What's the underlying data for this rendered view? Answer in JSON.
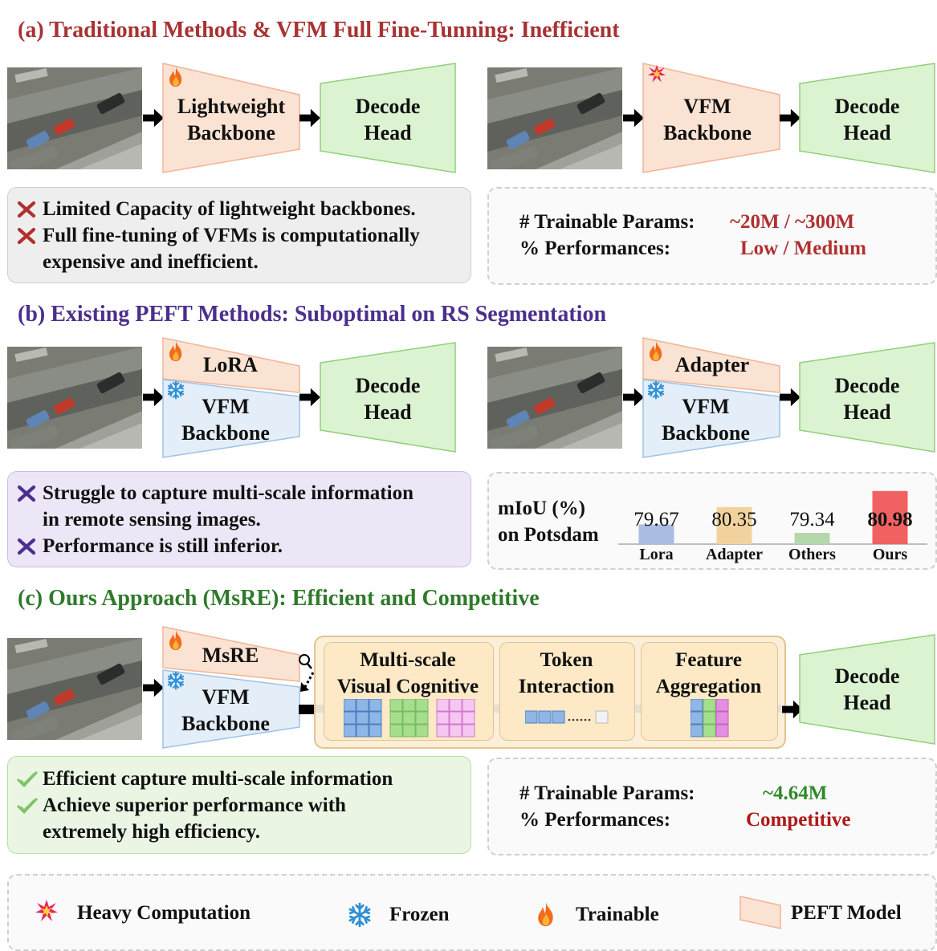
{
  "section_a": {
    "title": "(a) Traditional Methods & VFM Full Fine-Tunning: Inefficient",
    "left": {
      "backbone": [
        "Lightweight",
        "Backbone"
      ],
      "head": [
        "Decode",
        "Head"
      ]
    },
    "right": {
      "backbone": [
        "VFM",
        "Backbone"
      ],
      "head": [
        "Decode",
        "Head"
      ]
    },
    "cons": [
      "Limited Capacity of lightweight backbones.",
      "Full fine-tuning of VFMs is computationally",
      "expensive and inefficient."
    ],
    "stats": {
      "params_label": "# Trainable Params:",
      "params_value": "~20M / ~300M",
      "perf_label": "% Performances:",
      "perf_value": "Low / Medium"
    }
  },
  "section_b": {
    "title": "(b) Existing PEFT Methods: Suboptimal on RS Segmentation",
    "left": {
      "peft": "LoRA",
      "backbone": [
        "VFM",
        "Backbone"
      ],
      "head": [
        "Decode",
        "Head"
      ]
    },
    "right": {
      "peft": "Adapter",
      "backbone": [
        "VFM",
        "Backbone"
      ],
      "head": [
        "Decode",
        "Head"
      ]
    },
    "cons": [
      "Struggle to capture multi-scale information",
      "in remote sensing images.",
      "Performance is still inferior."
    ],
    "chart_label": [
      "mIoU (%)",
      "on Potsdam"
    ]
  },
  "chart_data": {
    "type": "bar",
    "categories": [
      "Lora",
      "Adapter",
      "Others",
      "Ours"
    ],
    "values": [
      79.67,
      80.35,
      79.34,
      80.98
    ],
    "value_labels": [
      "79.67",
      "80.35",
      "79.34",
      "80.98"
    ],
    "colors": [
      "#a9bde3",
      "#f1d29f",
      "#b5d7ad",
      "#f06262"
    ],
    "ylabel": "mIoU (%) on Potsdam",
    "ylim": [
      78.9,
      81.1
    ]
  },
  "section_c": {
    "title": "(c) Ours Approach (MsRE): Efficient and Competitive",
    "peft": "MsRE",
    "backbone": [
      "VFM",
      "Backbone"
    ],
    "modules": [
      {
        "label": [
          "Multi-scale",
          "Visual Cognitive"
        ]
      },
      {
        "label": [
          "Token",
          "Interaction"
        ]
      },
      {
        "label": [
          "Feature",
          "Aggregation"
        ]
      }
    ],
    "head": [
      "Decode",
      "Head"
    ],
    "pros": [
      "Efficient capture multi-scale information",
      "Achieve superior performance with",
      "extremely high efficiency."
    ],
    "stats": {
      "params_label": "# Trainable Params:",
      "params_value": "~4.64M",
      "perf_label": "% Performances:",
      "perf_value": "Competitive"
    }
  },
  "legend": [
    {
      "icon": "heavy-computation-icon",
      "label": "Heavy Computation"
    },
    {
      "icon": "frozen-icon",
      "label": "Frozen"
    },
    {
      "icon": "trainable-icon",
      "label": "Trainable"
    },
    {
      "icon": "peft-model-icon",
      "label": "PEFT Model"
    }
  ],
  "colors": {
    "peft_fill": "#fbe3d4",
    "peft_stroke": "#f0b496",
    "head_fill": "#dcf3d2",
    "head_stroke": "#8fd07a",
    "frozen_fill": "#e3eef9",
    "frozen_stroke": "#9cc3e6"
  }
}
